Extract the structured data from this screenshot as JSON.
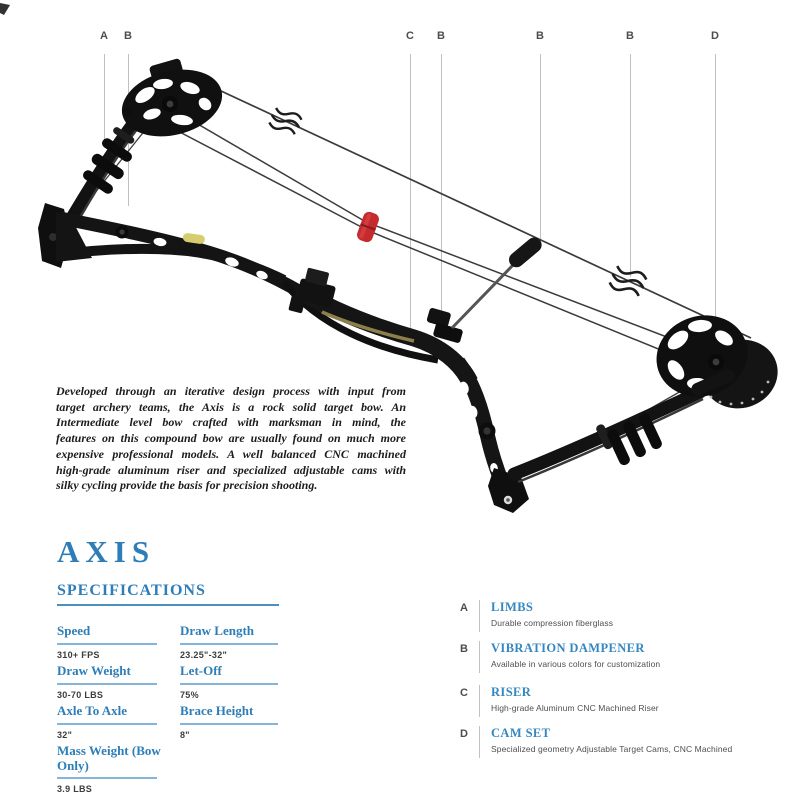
{
  "page": {
    "background": "#ffffff"
  },
  "colors": {
    "accent_blue": "#2d7db8",
    "legend_title_blue": "#3687c0",
    "label_underline_blue": "#85b5d8",
    "heading_underline_blue": "#4a8fc0",
    "callout_line_gray": "#bfbfbf",
    "bow_black": "#121212",
    "cable_damper_red": "#c42a2e",
    "riser_inlay_gold": "#8d7f4c",
    "limb_sticker_yellow": "#d6cd6e"
  },
  "callouts": {
    "labels": [
      {
        "letter": "A"
      },
      {
        "letter": "B"
      },
      {
        "letter": "C"
      },
      {
        "letter": "B"
      },
      {
        "letter": "B"
      },
      {
        "letter": "B"
      },
      {
        "letter": "D"
      }
    ]
  },
  "description": {
    "lines": [
      "Developed through an iterative design process with input from",
      "target archery teams, the Axis is a rock solid target bow. An",
      "Intermediate level bow crafted with marksman in mind, the",
      "features on this compound bow are usually found on much more",
      "expensive professional models. A well balanced CNC machined",
      "high-grade aluminum riser and specialized adjustable cams with",
      "silky cycling provide the basis for precision shooting."
    ]
  },
  "product": {
    "name": "AXIS"
  },
  "specifications": {
    "title": "SPECIFICATIONS",
    "rows": [
      {
        "label": "Speed",
        "value": "310+ FPS"
      },
      {
        "label": "Draw Length",
        "value": "23.25\"-32\""
      },
      {
        "label": "Draw Weight",
        "value": "30-70 LBS"
      },
      {
        "label": "Let-Off",
        "value": "75%"
      },
      {
        "label": "Axle To Axle",
        "value": "32\""
      },
      {
        "label": "Brace Height",
        "value": "8\""
      },
      {
        "label": "Mass Weight (Bow Only)",
        "value": "3.9 LBS"
      }
    ]
  },
  "legend": {
    "items": [
      {
        "letter": "A",
        "title": "LIMBS",
        "description": "Durable compression fiberglass"
      },
      {
        "letter": "B",
        "title": "VIBRATION DAMPENER",
        "description": "Available in various colors for customization"
      },
      {
        "letter": "C",
        "title": "RISER",
        "description": "High-grade Aluminum CNC Machined Riser"
      },
      {
        "letter": "D",
        "title": "CAM SET",
        "description": "Specialized geometry Adjustable Target Cams, CNC Machined"
      }
    ]
  }
}
